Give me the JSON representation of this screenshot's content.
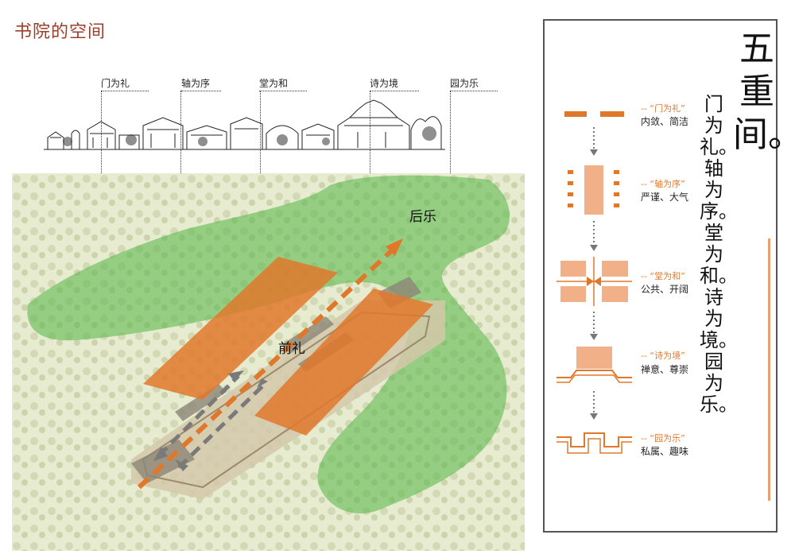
{
  "title": "书院的空间",
  "sections": [
    "门为礼",
    "轴为序",
    "堂为和",
    "诗为境",
    "园为乐"
  ],
  "map_labels": {
    "back": "后乐",
    "front": "前礼"
  },
  "side_title": "五重间。",
  "side_text": "门为礼。轴为序。堂为和。诗为境。园为乐。",
  "legend": [
    {
      "name": "-- “门为礼”",
      "desc": "内敛、简洁"
    },
    {
      "name": "-- “轴为序”",
      "desc": "严谨、大气"
    },
    {
      "name": "-- “堂为和”",
      "desc": "公共、开阔"
    },
    {
      "name": "-- “诗为境”",
      "desc": "禅意、尊崇"
    },
    {
      "name": "-- “园为乐”",
      "desc": "私属、趣味"
    }
  ],
  "colors": {
    "orange": "#e0782c",
    "green": "#4caf43",
    "title": "#9b3f2b"
  }
}
